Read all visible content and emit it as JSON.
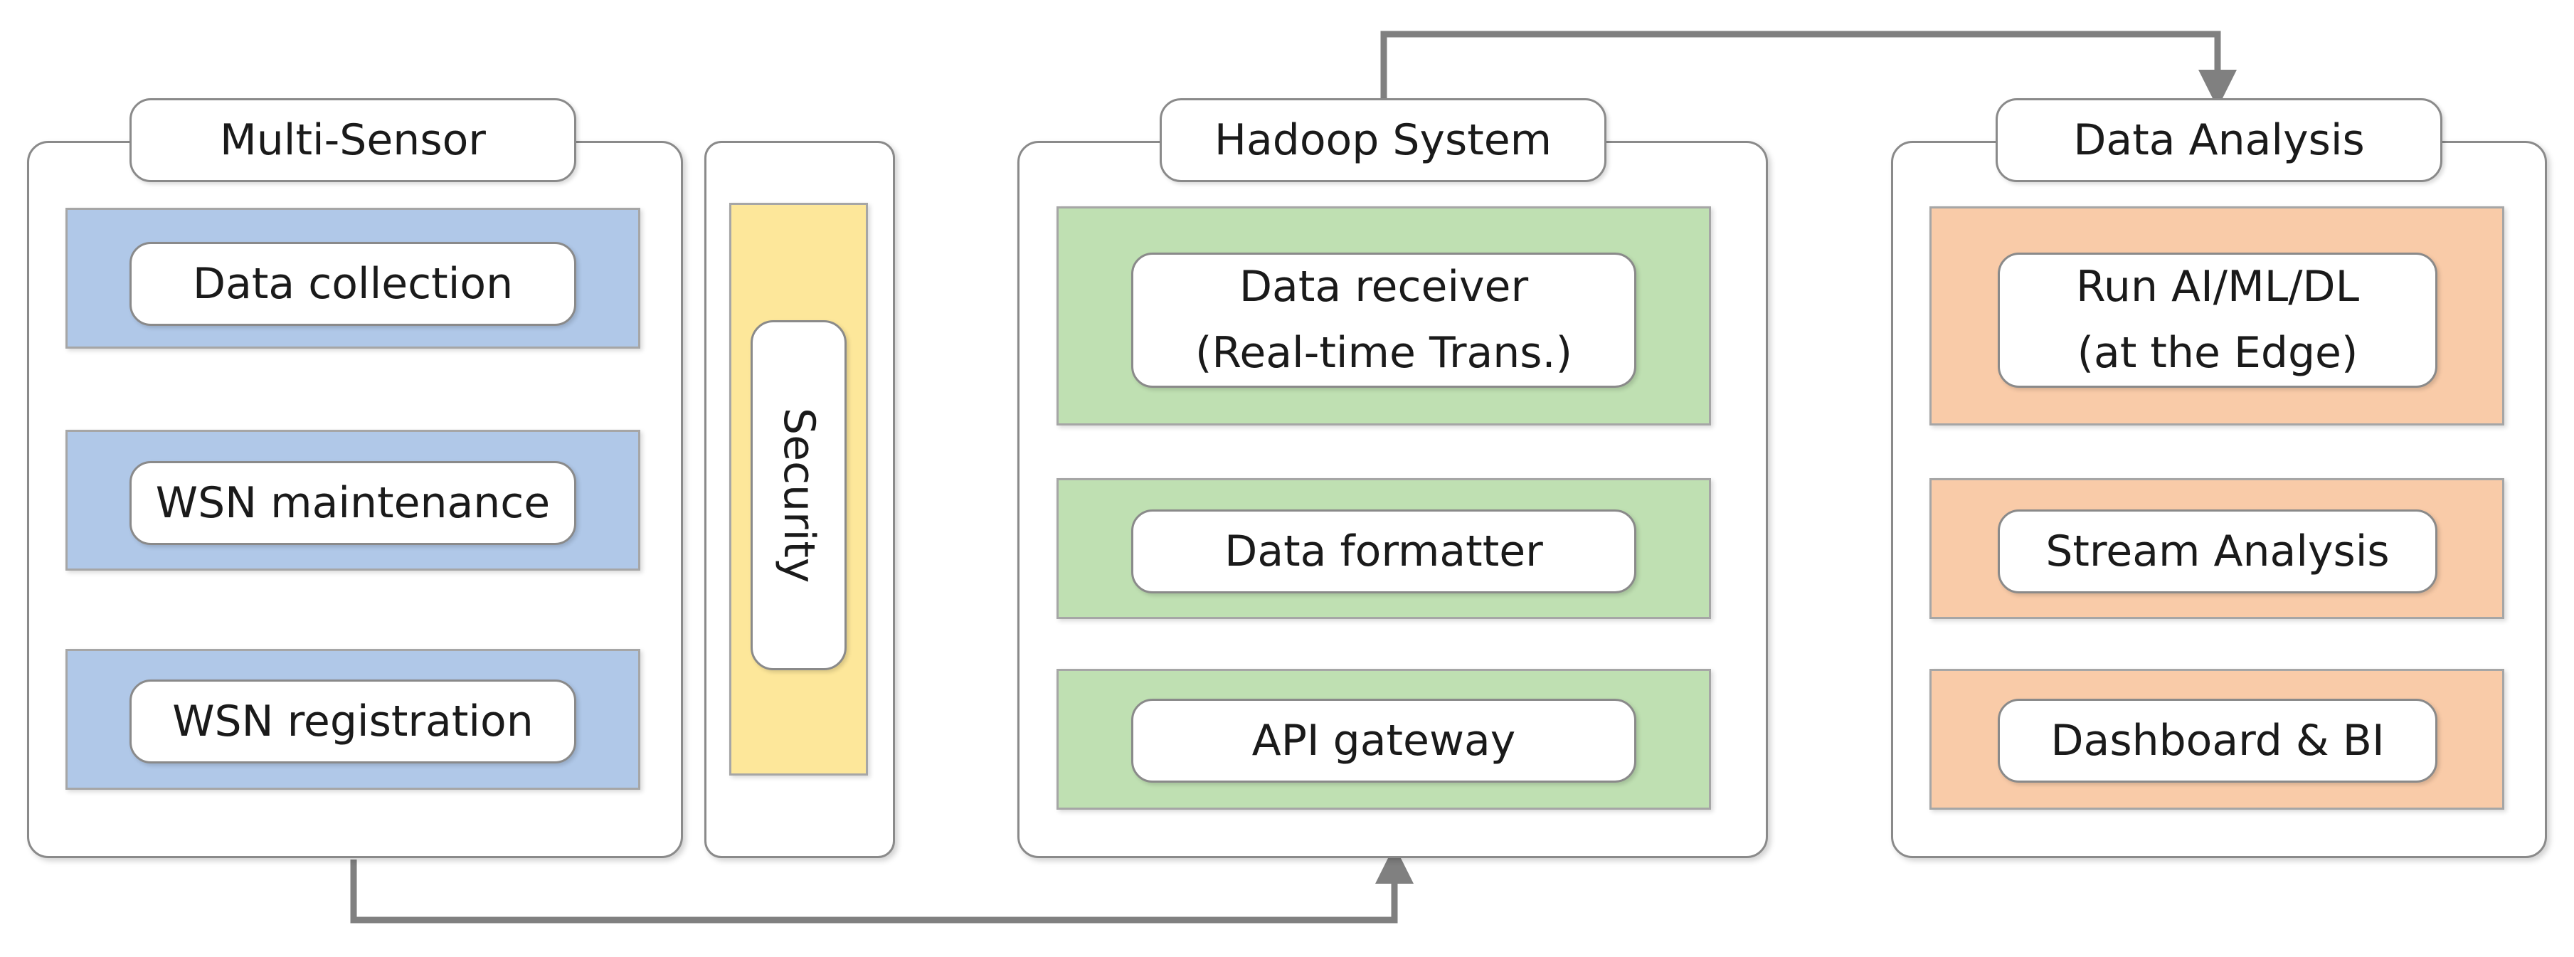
{
  "multi_sensor": {
    "title": "Multi-Sensor",
    "items": [
      "Data collection",
      "WSN maintenance",
      "WSN registration"
    ]
  },
  "security": {
    "label": "Security"
  },
  "hadoop": {
    "title": "Hadoop System",
    "receiver_line1": "Data receiver",
    "receiver_line2": "(Real-time Trans.)",
    "formatter": "Data formatter",
    "gateway": "API gateway"
  },
  "analysis": {
    "title": "Data Analysis",
    "run_line1": "Run AI/ML/DL",
    "run_line2": "(at the Edge)",
    "stream": "Stream Analysis",
    "dashboard": "Dashboard & BI"
  },
  "colors": {
    "sensor_band": "#b0c8e8",
    "security_band": "#fde79a",
    "hadoop_band": "#bfe0b2",
    "analysis_band": "#f9cba8",
    "connector": "#808080"
  }
}
